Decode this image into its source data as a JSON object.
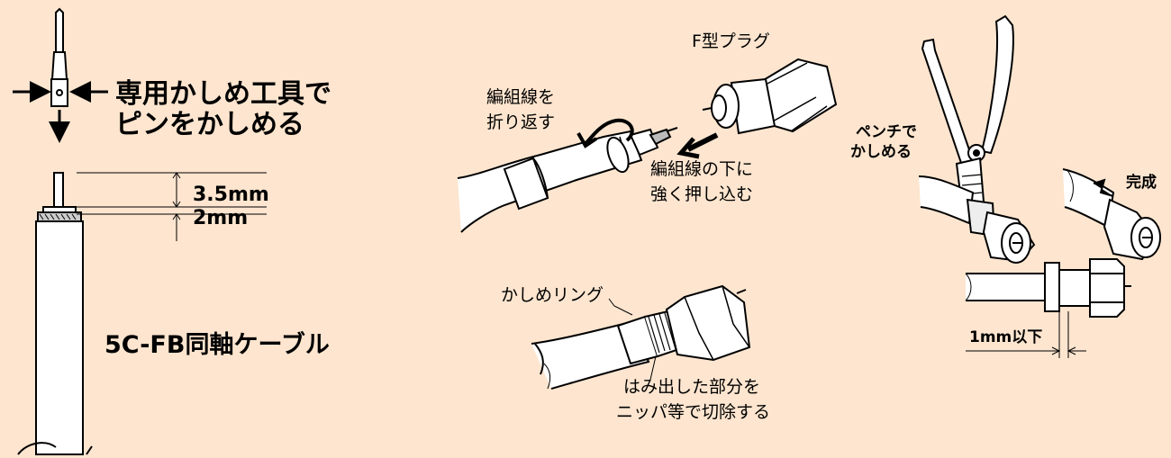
{
  "step1": {
    "crimp_pin_line1": "専用かしめ工具で",
    "crimp_pin_line2": "ピンをかしめる",
    "dim_a": "3.5mm",
    "dim_b": "2mm",
    "cable_label": "5C-FB同軸ケーブル"
  },
  "step2": {
    "fold_braid_line1": "編組線を",
    "fold_braid_line2": "折り返す",
    "plug_label": "F型プラグ",
    "push_line1": "編組線の下に",
    "push_line2": "強く押し込む"
  },
  "step3": {
    "ring_label": "かしめリング",
    "trim_line1": "はみ出した部分を",
    "trim_line2": "ニッパ等で切除する"
  },
  "step4": {
    "pliers_line1": "ペンチで",
    "pliers_line2": "かしめる",
    "done_label": "完成",
    "gap_label": "1mm以下"
  },
  "colors": {
    "background": "#fde5cf",
    "line": "#000000",
    "fill": "#ffffff"
  }
}
